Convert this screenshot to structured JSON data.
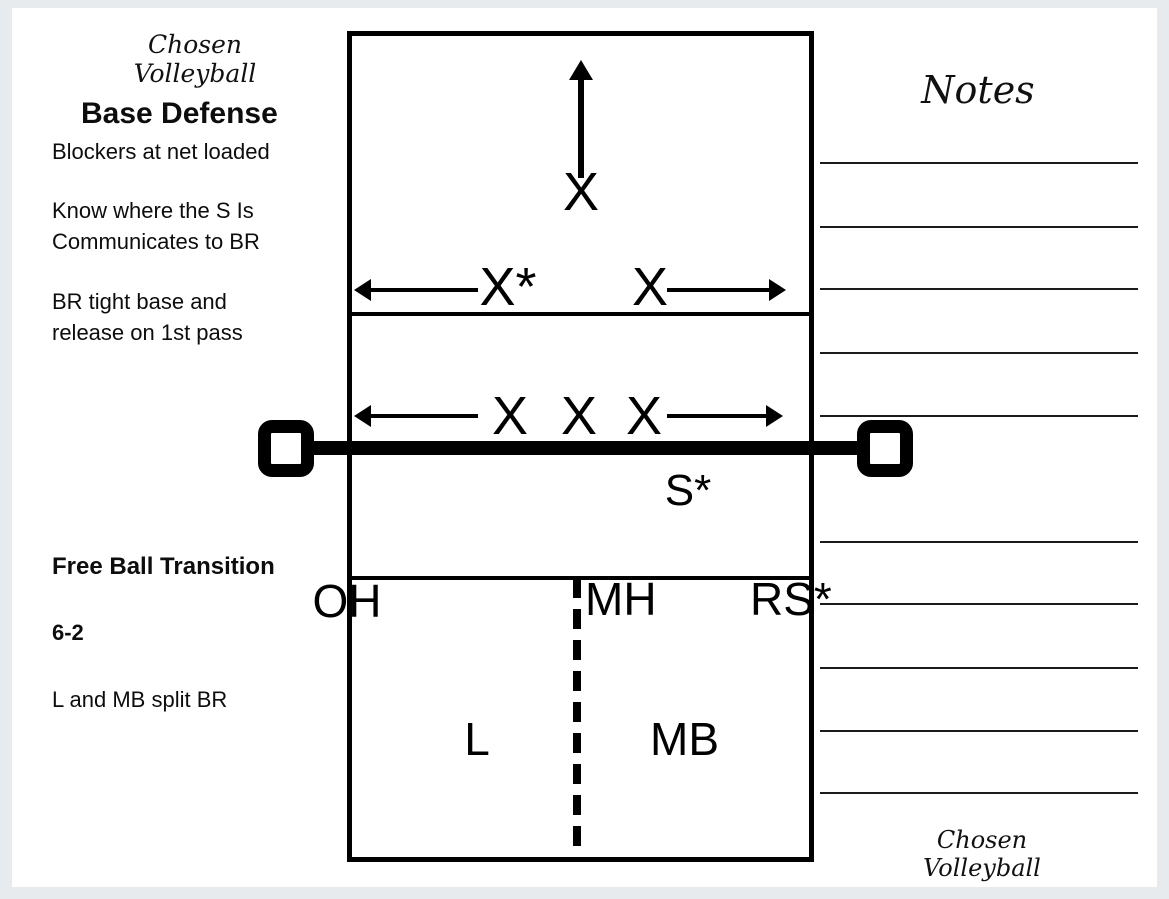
{
  "branding": {
    "top": "Chosen Volleyball",
    "bottom": "Chosen Volleyball"
  },
  "left_panel": {
    "title": "Base Defense",
    "subtitle": "Blockers at net loaded",
    "para1": [
      "Know where the S Is",
      "Communicates to BR"
    ],
    "para2": [
      "BR tight base and",
      "release on 1st pass"
    ],
    "section2_title": "Free Ball Transition",
    "formation": "6-2",
    "section2_note": "L and MB split BR"
  },
  "court": {
    "back_attacker": "X",
    "mid_left_star": "X*",
    "mid_right": "X",
    "net_row": [
      "X",
      "X",
      "X"
    ],
    "setter": "S*",
    "front_left": "OH",
    "front_middle": "MH",
    "front_right": "RS*",
    "back_left": "L",
    "back_right": "MB"
  },
  "notes": {
    "title": "Notes",
    "line_count": 10
  },
  "colors": {
    "ink": "#000000",
    "page": "#ffffff",
    "margin": "#e7ebee"
  }
}
